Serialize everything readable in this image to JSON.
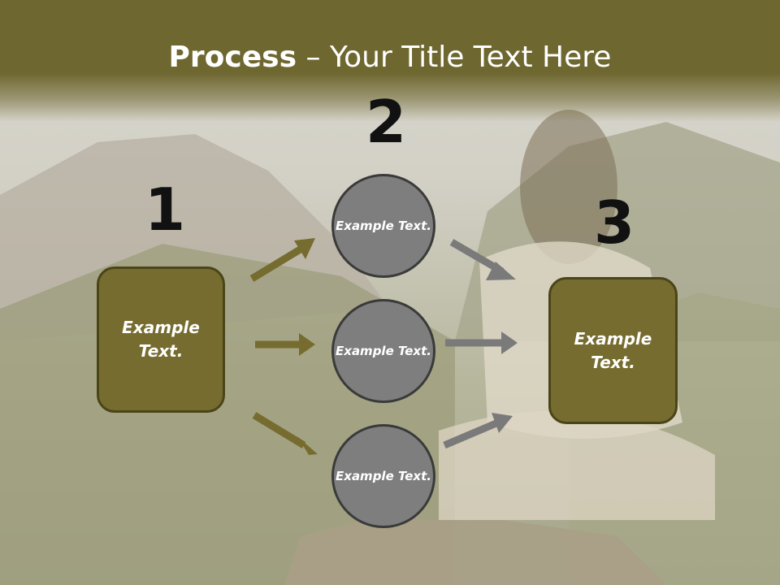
{
  "title": {
    "bold": "Process",
    "rest": " – Your Title Text Here"
  },
  "steps": [
    {
      "number": "1",
      "box_text": "Example Text."
    },
    {
      "number": "2",
      "circles": [
        "Example Text.",
        "Example Text.",
        "Example Text."
      ]
    },
    {
      "number": "3",
      "box_text": "Example Text."
    }
  ],
  "colors": {
    "title_bar": "#6f6730",
    "box_fill": "#766c2f",
    "circle_fill": "#7e7e7e",
    "olive_arrow": "#766c2f",
    "gray_arrow": "#7a7a7a"
  }
}
